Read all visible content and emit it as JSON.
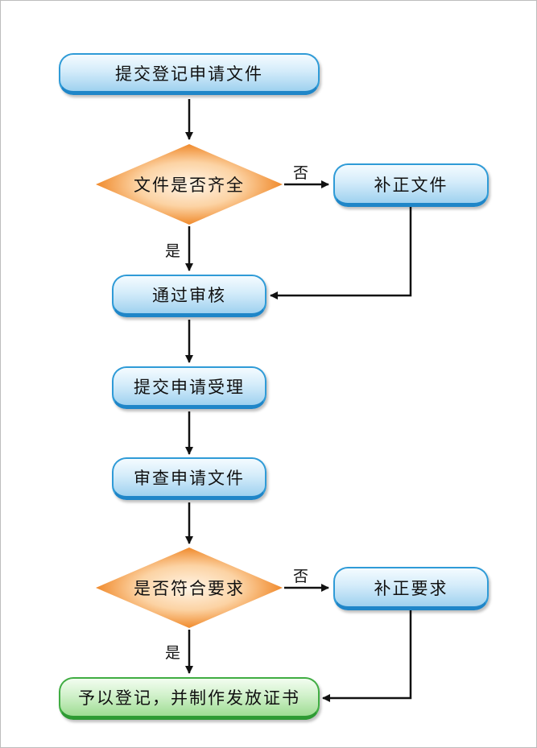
{
  "flow": {
    "submit_documents": "提交登记申请文件",
    "check_complete": "文件是否齐全",
    "correct_documents": "补正文件",
    "pass_review": "通过审核",
    "submit_acceptance": "提交申请受理",
    "review_documents": "审查申请文件",
    "check_requirements": "是否符合要求",
    "correct_requirements": "补正要求",
    "grant_registration": "予以登记，并制作发放证书"
  },
  "labels": {
    "no_1": "否",
    "yes_1": "是",
    "no_2": "否",
    "yes_2": "是"
  },
  "colors": {
    "process_fill": "#cfe9f9",
    "process_border": "#2f9bd7",
    "decision_fill": "#f5a24f",
    "terminal_fill": "#c9efc2",
    "terminal_border": "#40ad43",
    "arrow": "#111111"
  }
}
